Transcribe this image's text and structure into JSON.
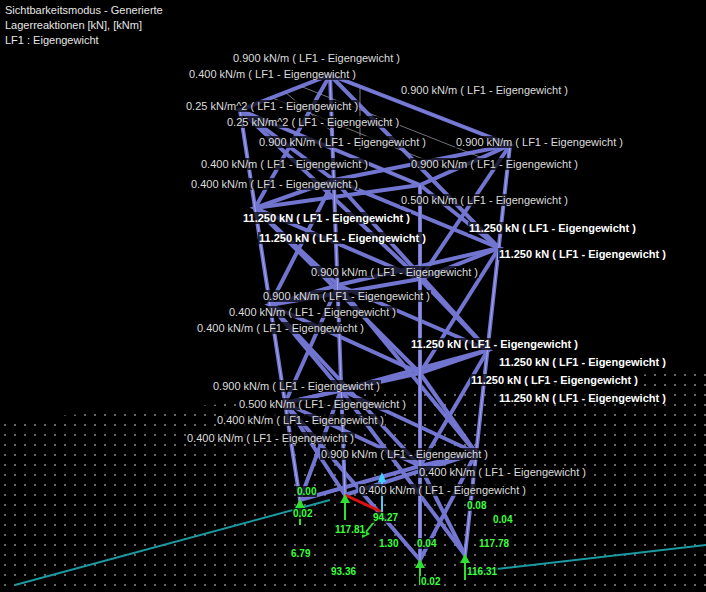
{
  "diagram": {
    "labels": [
      "Sichtbarkeitsmodus - Generierte",
      "Lagerreaktionen [kN], [kNm]",
      "LF1 : Eigengewicht",
      "0.900 kN/m ( LF1 - Eigengewicht )",
      "0.400 kN/m ( LF1 - Eigengewicht )",
      "0.900 kN/m ( LF1 - Eigengewicht )",
      "0.25 kN/m^2 ( LF1 - Eigengewicht )",
      "0.25 kN/m^2 ( LF1 - Eigengewicht )",
      "0.900 kN/m ( LF1 - Eigengewicht )",
      "0.900 kN/m ( LF1 - Eigengewicht )",
      "0.400 kN/m ( LF1 - Eigengewicht )",
      "0.900 kN/m ( LF1 - Eigengewicht )",
      "0.400 kN/m ( LF1 - Eigengewicht )",
      "0.500 kN/m ( LF1 - Eigengewicht )",
      "11.250 kN ( LF1 - Eigengewicht )",
      "11.250 kN ( LF1 - Eigengewicht )",
      "11.250 kN ( LF1 - Eigengewicht )",
      "11.250 kN ( LF1 - Eigengewicht )",
      "0.900 kN/m ( LF1 - Eigengewicht )",
      "0.900 kN/m ( LF1 - Eigengewicht )",
      "0.400 kN/m ( LF1 - Eigengewicht )",
      "0.400 kN/m ( LF1 - Eigengewicht )",
      "11.250 kN ( LF1 - Eigengewicht )",
      "11.250 kN ( LF1 - Eigengewicht )",
      "11.250 kN ( LF1 - Eigengewicht )",
      "11.250 kN ( LF1 - Eigengewicht )",
      "0.900 kN/m ( LF1 - Eigengewicht )",
      "0.500 kN/m ( LF1 - Eigengewicht )",
      "0.400 kN/m ( LF1 - Eigengewicht )",
      "0.400 kN/m ( LF1 - Eigengewicht )",
      "0.900 kN/m ( LF1 - Eigengewicht )",
      "0.400 kN/m ( LF1 - Eigengewicht )",
      "0.400 kN/m ( LF1 - Eigengewicht )",
      "0.00",
      "0.02",
      "117.81",
      "6.79",
      "93.36",
      "94.27",
      "1.30",
      "0.04",
      "0.08",
      "0.04",
      "117.78",
      "116.31",
      "0.02"
    ]
  }
}
